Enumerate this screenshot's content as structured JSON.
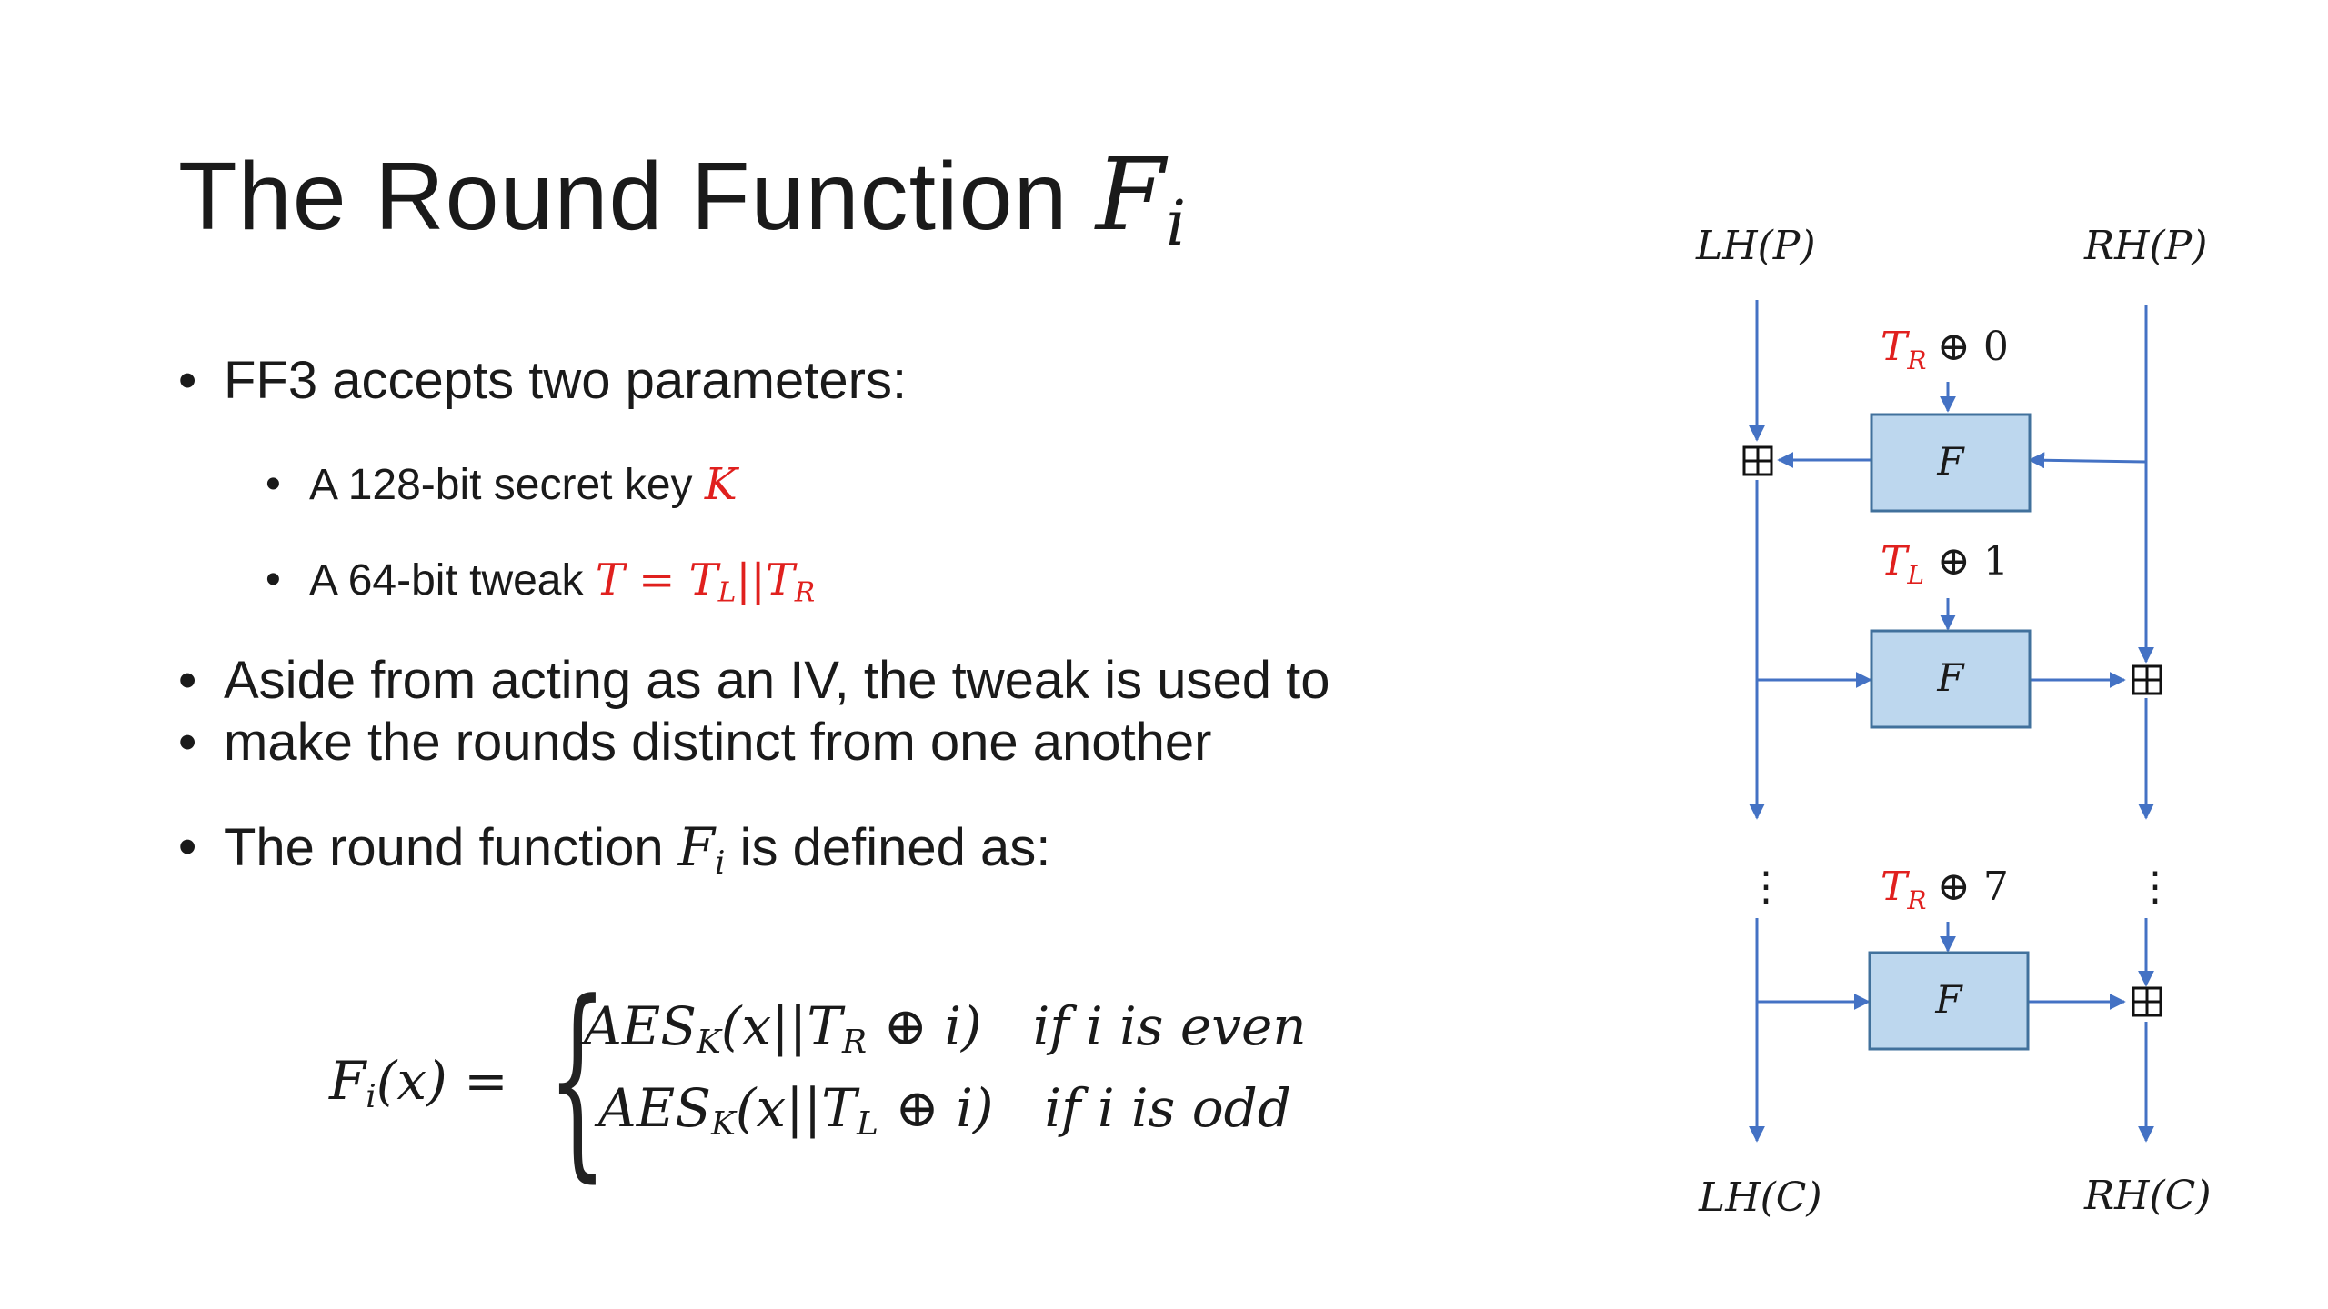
{
  "title": {
    "text": "The Round Function ",
    "symbol": "F",
    "sub": "i"
  },
  "bullets": {
    "b1": "FF3 accepts two parameters:",
    "b1a": "A 128-bit secret key ",
    "b1a_key": "K",
    "b1b": "A 64-bit tweak ",
    "b1b_tweak": {
      "T": "T",
      "eq": " = ",
      "TL": "T",
      "L": "L",
      "sep": "||",
      "TR": "T",
      "R": "R"
    },
    "b2_line1": "Aside from acting as an IV,  the tweak is used to",
    "b2_line2": "make the rounds distinct from one another",
    "b3_pre": "The round function ",
    "b3_sym": "F",
    "b3_sub": "i",
    "b3_post": " is defined as:"
  },
  "formula": {
    "lhs": "F",
    "lhs_sub": "i",
    "lhs_arg": "(x) =",
    "brace": "{",
    "row1": {
      "aes": "AES",
      "k": "K",
      "arg": "(x||T",
      "t": "R",
      "xor": " ⊕ i)",
      "cond": "if i is even"
    },
    "row2": {
      "aes": "AES",
      "k": "K",
      "arg": "(x||T",
      "t": "L",
      "xor": " ⊕ i)",
      "cond": "if i is odd"
    }
  },
  "diagram": {
    "top_left": "LH(P)",
    "top_right": "RH(P)",
    "bottom_left": "LH(C)",
    "bottom_right": "RH(C)",
    "rounds": [
      {
        "tweak": "T",
        "tweak_sub": "R",
        "xor": "⊕",
        "index": "0",
        "func": "F"
      },
      {
        "tweak": "T",
        "tweak_sub": "L",
        "xor": "⊕",
        "index": "1",
        "func": "F"
      },
      {
        "tweak": "T",
        "tweak_sub": "R",
        "xor": "⊕",
        "index": "7",
        "func": "F"
      }
    ],
    "ellipsis": "⋮",
    "colors": {
      "line": "#4472c4",
      "box_fill": "#bdd7ee",
      "box_stroke": "#41719c",
      "tweak": "#e0201e"
    }
  }
}
